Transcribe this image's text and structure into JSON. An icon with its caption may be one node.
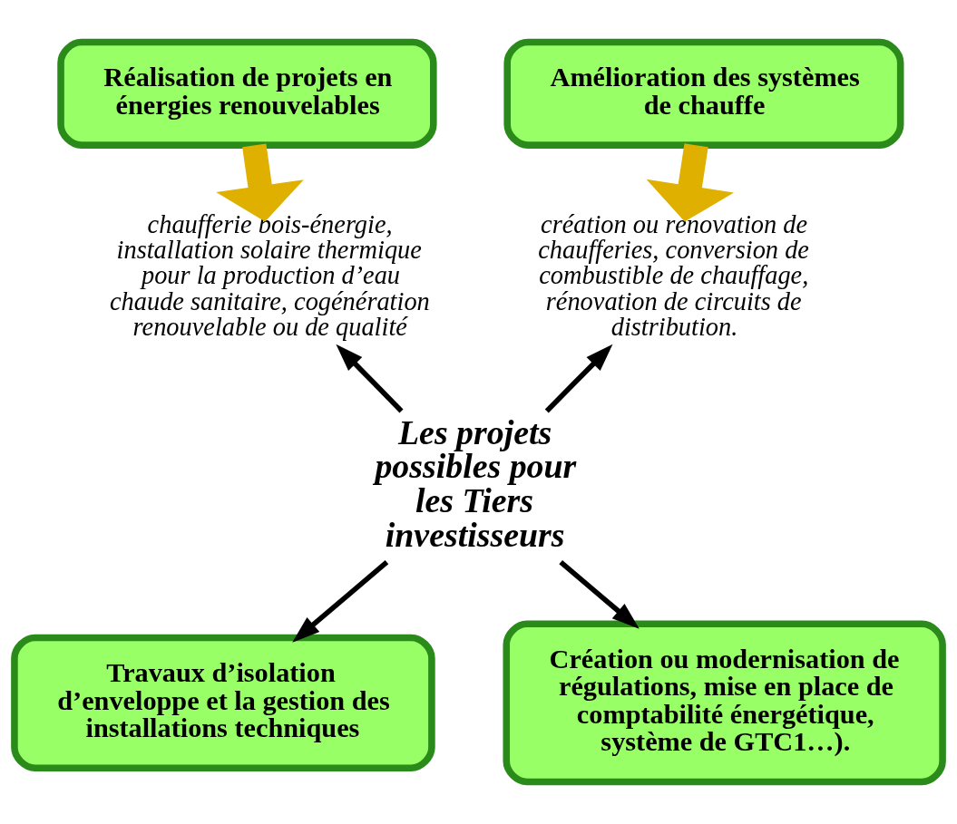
{
  "diagram": {
    "nodes": [
      {
        "text": [
          "Réalisation de projets en énergies renouvelables"
        ]
      },
      {
        "text": [
          "Amélioration des systèmes de chauffe"
        ]
      },
      {
        "text": [
          "chaufferie bois-énergie, installation solaire thermique pour la production d’eau chaude sanitaire, cogénération renouvelable ou de qualité"
        ]
      },
      {
        "text": [
          "création ou rénovation de chaufferies, conversion de combustible de chauffage, rénovation de circuits de distribution."
        ]
      },
      {
        "text": [
          "Les projets possibles pour les Tiers investisseurs"
        ]
      },
      {
        "text": [
          "Travaux d’isolation d’enveloppe et la gestion des installations techniques"
        ]
      },
      {
        "text": [
          "Création ou modernisation de régulations, mise en place de comptabilité énergétique, système de GTC1…)."
        ]
      }
    ],
    "edges": [
      {
        "from": 0,
        "to": 2,
        "arrow": "to",
        "style": "thick",
        "color": "#e0b000"
      },
      {
        "from": 1,
        "to": 3,
        "arrow": "to",
        "style": "thick",
        "color": "#e0b000"
      },
      {
        "from": 4,
        "to": 2,
        "arrow": "to"
      },
      {
        "from": 4,
        "to": 3,
        "arrow": "to"
      },
      {
        "from": 4,
        "to": 5,
        "arrow": "to"
      },
      {
        "from": 4,
        "to": 6,
        "arrow": "to"
      }
    ]
  }
}
